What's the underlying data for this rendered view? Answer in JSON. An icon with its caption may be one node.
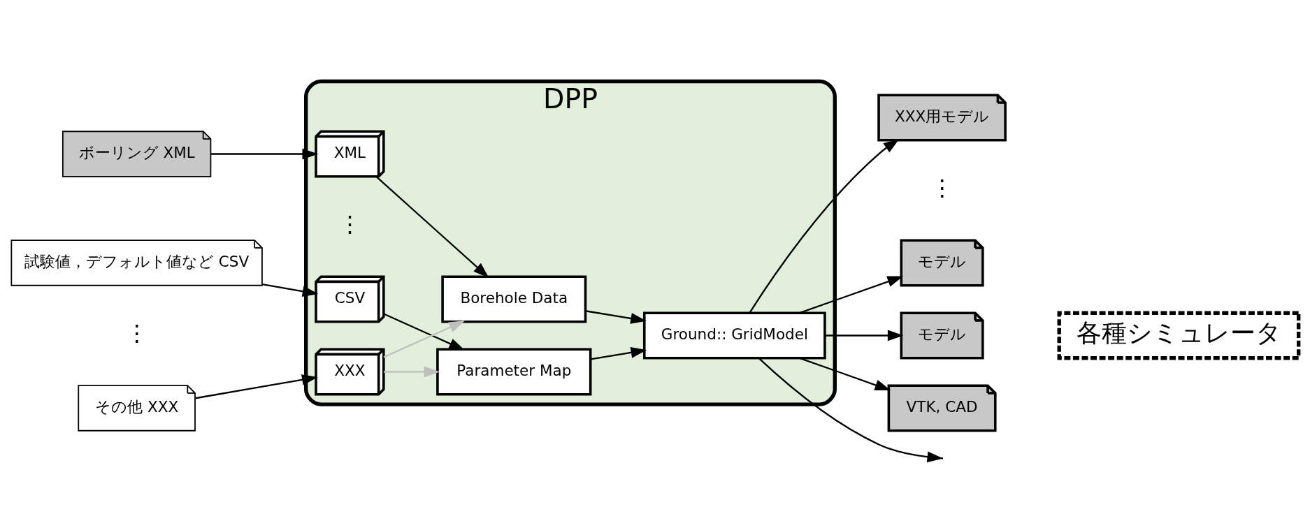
{
  "diagram": {
    "nodes": [
      {
        "text": [
          "ボーリング XML"
        ]
      },
      {
        "text": [
          "試験値，デフォルト値など CSV"
        ]
      },
      {
        "text": [
          "その他 XXX"
        ]
      },
      {
        "text": [
          "DPP"
        ]
      },
      {
        "text": [
          "XML"
        ],
        "in": 3
      },
      {
        "text": [
          "CSV"
        ],
        "in": 3
      },
      {
        "text": [
          "XXX"
        ],
        "in": 3
      },
      {
        "text": [
          "Borehole Data"
        ],
        "in": 3
      },
      {
        "text": [
          "Parameter Map"
        ],
        "in": 3
      },
      {
        "text": [
          "Ground:: GridModel"
        ],
        "in": 3
      },
      {
        "text": [
          "モデル"
        ]
      },
      {
        "text": [
          "モデル"
        ]
      },
      {
        "text": [
          "XXX用モデル"
        ]
      },
      {
        "text": [
          "VTK, CAD"
        ]
      },
      {
        "text": [
          "各種シミュレータ"
        ]
      }
    ],
    "edges": [
      {
        "from": 0,
        "to": 4,
        "arrow": "to"
      },
      {
        "from": 1,
        "to": 5,
        "arrow": "to"
      },
      {
        "from": 2,
        "to": 6,
        "arrow": "to"
      },
      {
        "from": 4,
        "to": 7,
        "arrow": "to"
      },
      {
        "from": 5,
        "to": 8,
        "arrow": "to"
      },
      {
        "from": 6,
        "to": 7,
        "arrow": "to",
        "color": "#bfbfbf"
      },
      {
        "from": 6,
        "to": 8,
        "arrow": "to",
        "color": "#bfbfbf"
      },
      {
        "from": 7,
        "to": 9,
        "arrow": "to"
      },
      {
        "from": 8,
        "to": 9,
        "arrow": "to"
      },
      {
        "from": 9,
        "to": 10,
        "arrow": "to"
      },
      {
        "from": 9,
        "to": 11,
        "arrow": "to"
      },
      {
        "from": 9,
        "to": 12,
        "arrow": "to"
      },
      {
        "from": 9,
        "to": null,
        "arrow": "to"
      },
      {
        "from": 9,
        "to": 13,
        "arrow": "to"
      }
    ],
    "labels": [
      "⋮",
      "⋮",
      "⋮"
    ]
  }
}
